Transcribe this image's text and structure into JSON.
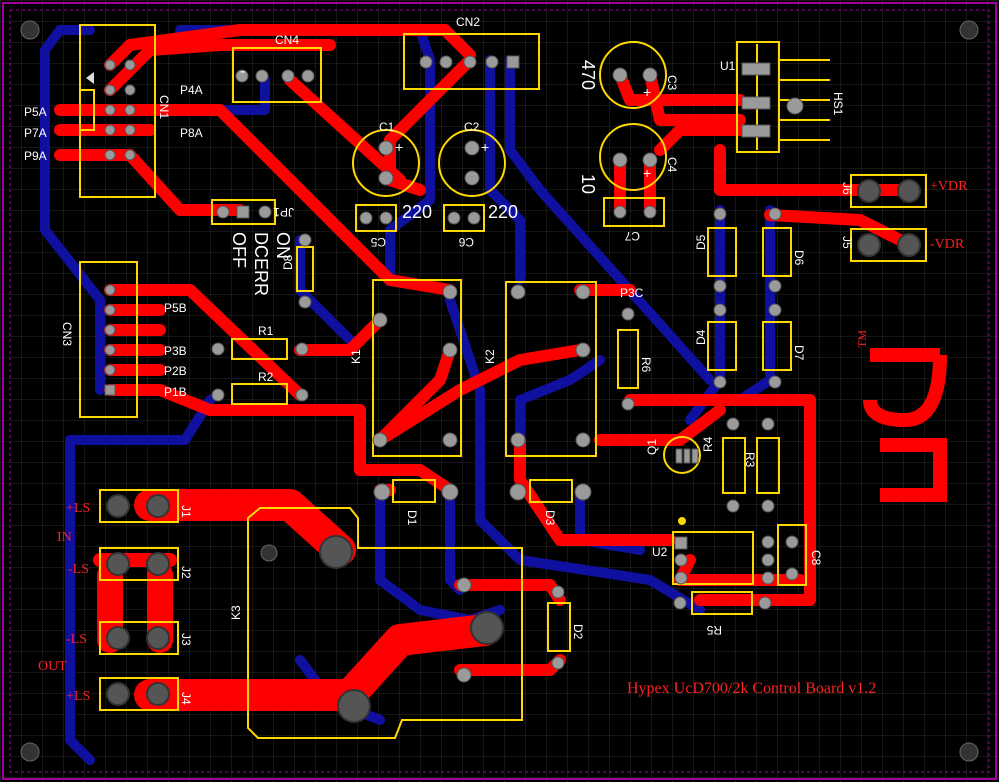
{
  "board": {
    "title": "Hypex UcD700/2k Control Board v1.2",
    "logo_text": "UcD",
    "logo_mark": "TM"
  },
  "colors": {
    "background": "#000000",
    "grid": "#2a2a2a",
    "outline": "#a000a0",
    "top_copper": "#ff0000",
    "bottom_copper": "#1010a0",
    "silkscreen": "#ffd800",
    "pad": "#9a9a9a",
    "label_white": "#ffffff",
    "label_red": "#ff2020"
  },
  "labels": {
    "CN1": "CN1",
    "CN2": "CN2",
    "CN3": "CN3",
    "CN4": "CN4",
    "C1": "C1",
    "C2": "C2",
    "C3": "C3",
    "C4": "C4",
    "C5": "C5",
    "C6": "C6",
    "C7": "C7",
    "C8": "C8",
    "c1_value": "220",
    "c2_value": "220",
    "c3_value": "470",
    "c4_value": "10",
    "U1": "U1",
    "U2": "U2",
    "HS1": "HS1",
    "J1": "J1",
    "J2": "J2",
    "J3": "J3",
    "J4": "J4",
    "J5": "J5",
    "J6": "J6",
    "JP1": "JP1",
    "K1": "K1",
    "K2": "K2",
    "K3": "K3",
    "D1": "D1",
    "D2": "D2",
    "D3": "D3",
    "D4": "D4",
    "D5": "D5",
    "D6": "D6",
    "D7": "D7",
    "D8": "D8",
    "R1": "R1",
    "R2": "R2",
    "R3": "R3",
    "R4": "R4",
    "R5": "R5",
    "R6": "R6",
    "Q1": "Q1",
    "P1B": "P1B",
    "P2B": "P2B",
    "P3B": "P3B",
    "P5B": "P5B",
    "P3C": "P3C",
    "P4A": "P4A",
    "P5A": "P5A",
    "P7A": "P7A",
    "P8A": "P8A",
    "P9A": "P9A",
    "on": "ON",
    "dcerr": "DCERR",
    "off": "OFF",
    "plus_vdr": "+VDR",
    "minus_vdr": "-VDR",
    "plus_ls_1": "+LS",
    "in": "IN",
    "minus_ls_2": "-LS",
    "minus_ls_3": "-LS",
    "out": "OUT",
    "plus_ls_4": "+LS",
    "plus": "+",
    "minus": "-"
  }
}
